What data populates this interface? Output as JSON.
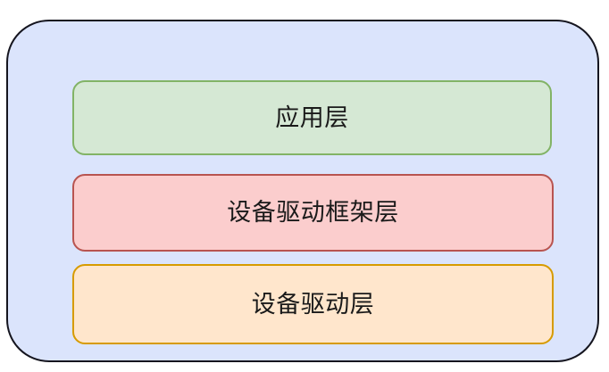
{
  "diagram": {
    "type": "layered-architecture",
    "container": {
      "fill": "#dbe4fc",
      "border_color": "#15151f"
    },
    "layers": [
      {
        "id": "application-layer",
        "label": "应用层",
        "fill": "#d5e8d4",
        "border_color": "#82b366"
      },
      {
        "id": "device-driver-framework-layer",
        "label": "设备驱动框架层",
        "fill": "#fbcdcd",
        "border_color": "#b85450"
      },
      {
        "id": "device-driver-layer",
        "label": "设备驱动层",
        "fill": "#ffe6cc",
        "border_color": "#d79b00"
      }
    ]
  }
}
